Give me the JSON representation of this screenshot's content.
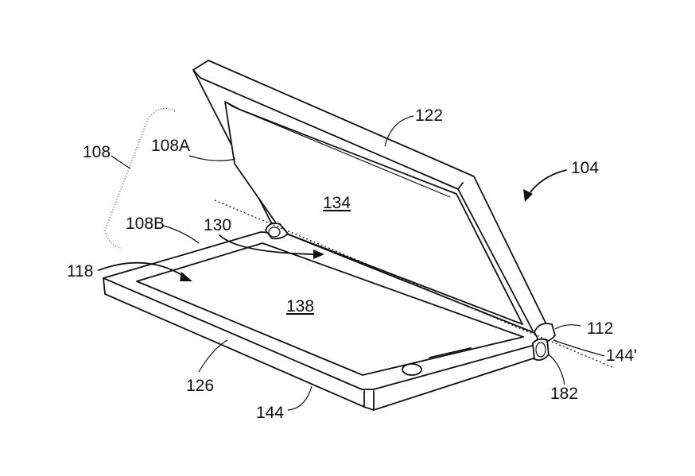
{
  "labels": {
    "l104": "104",
    "l108": "108",
    "l108a": "108A",
    "l108b": "108B",
    "l112": "112",
    "l118": "118",
    "l122": "122",
    "l126": "126",
    "l130": "130",
    "l134": "134",
    "l138": "138",
    "l144": "144",
    "l144p": "144'",
    "l182": "182"
  }
}
